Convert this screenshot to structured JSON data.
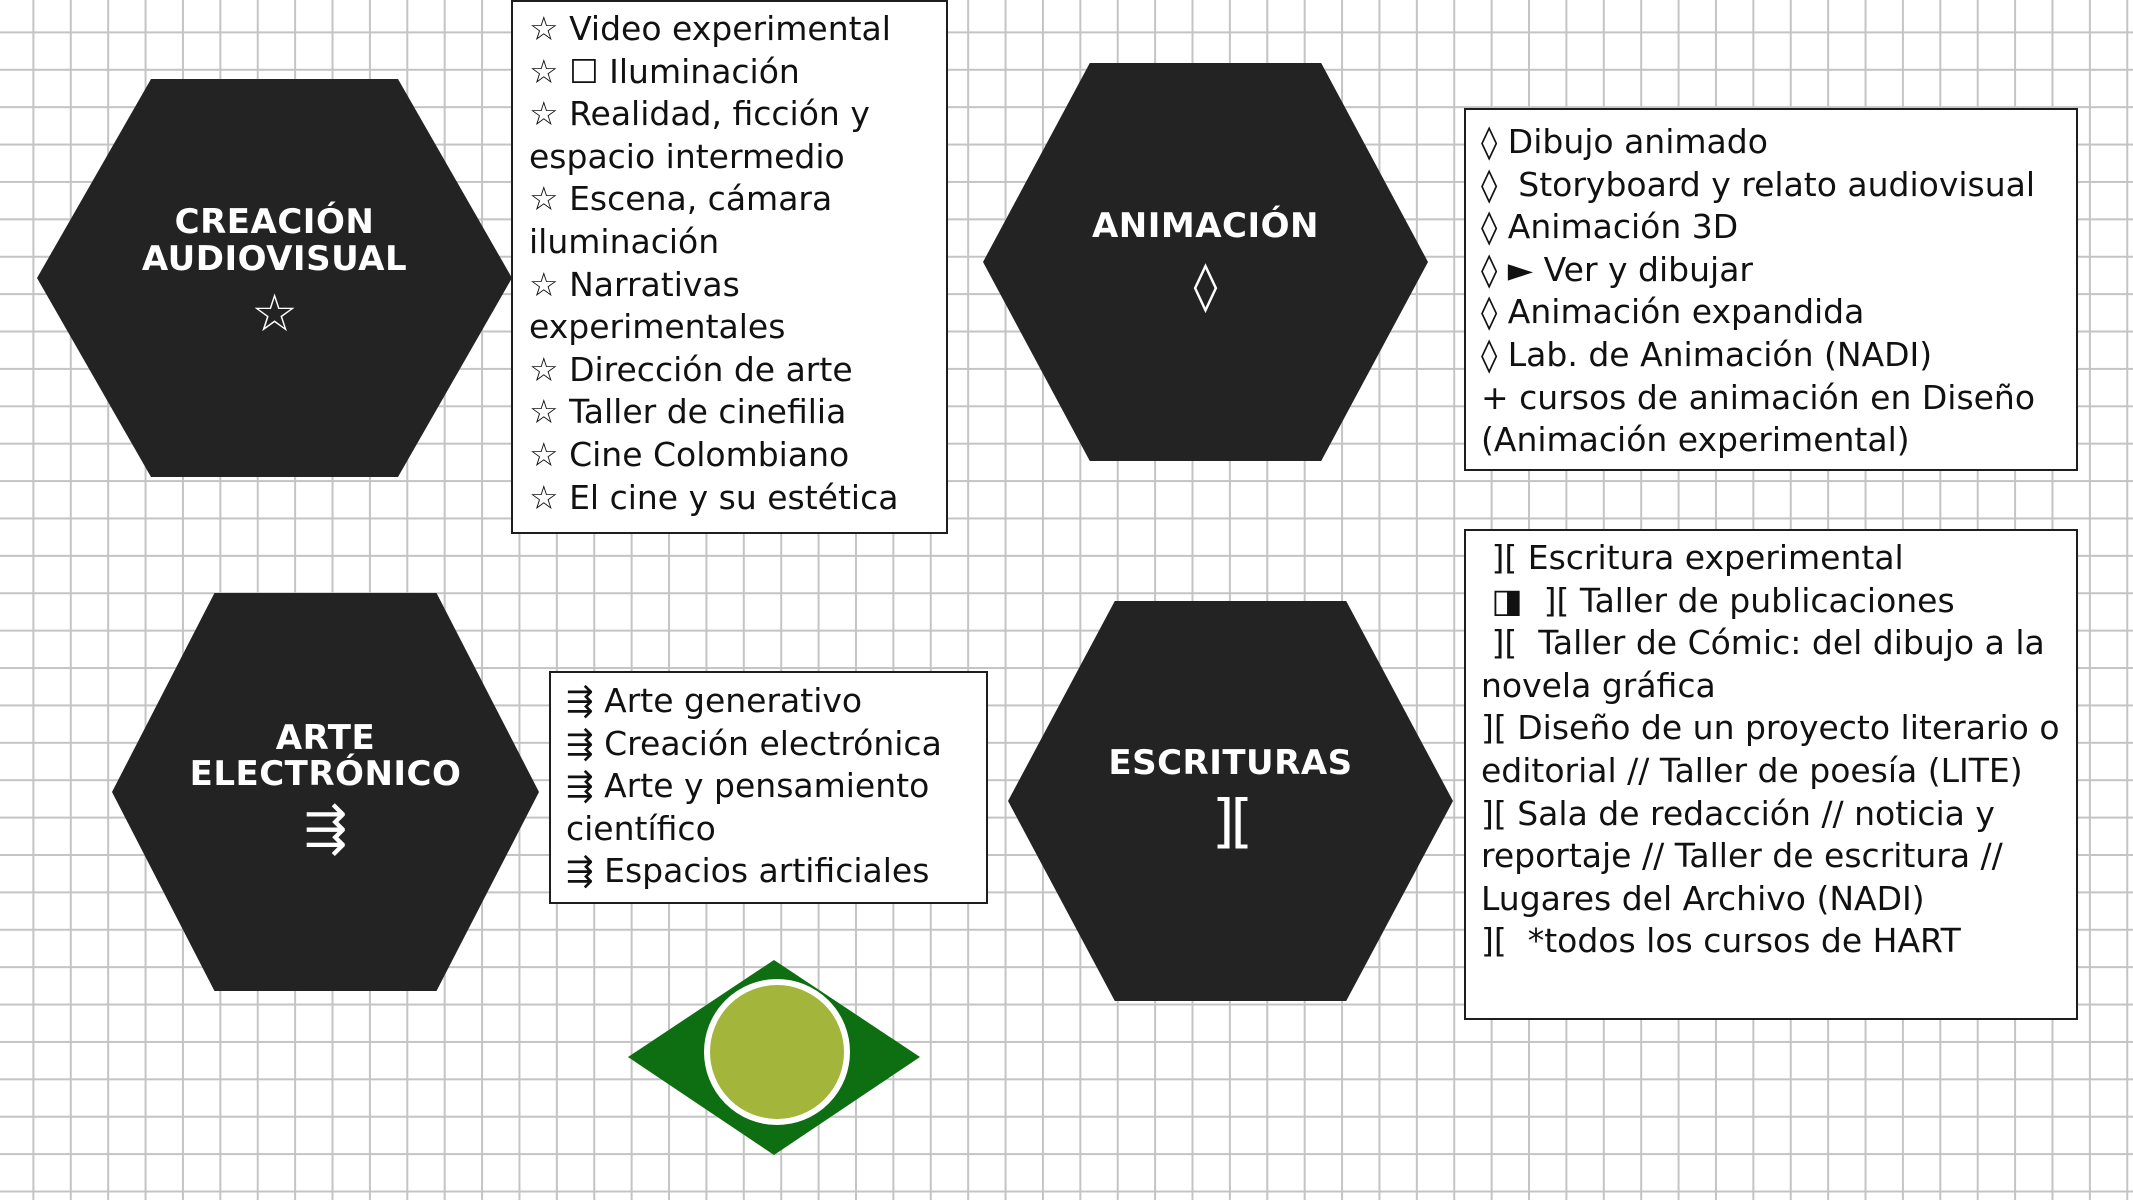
{
  "hexagons": {
    "creacion": {
      "title_line1": "CREACIÓN",
      "title_line2": "AUDIOVISUAL",
      "symbol": "☆"
    },
    "animacion": {
      "title_line1": "ANIMACIÓN",
      "symbol": "◊"
    },
    "arte": {
      "title_line1": "ARTE",
      "title_line2": "ELECTRÓNICO",
      "symbol": "⇶"
    },
    "escrituras": {
      "title_line1": "ESCRITURAS",
      "symbol": "]["
    }
  },
  "lists": {
    "creacion": [
      "☆ Video experimental",
      "☆ ☐ Iluminación",
      "☆ Realidad, ficción y",
      "espacio intermedio",
      "☆ Escena, cámara",
      "iluminación",
      "☆ Narrativas",
      "experimentales",
      "☆ Dirección de arte",
      "☆ Taller de cinefilia",
      "☆ Cine Colombiano",
      "☆ El cine y su estética"
    ],
    "animacion": [
      "◊ Dibujo animado",
      "◊  Storyboard y relato audiovisual",
      "◊ Animación 3D",
      "◊ ► Ver y dibujar",
      "◊ Animación expandida",
      "◊ Lab. de Animación (NADI)",
      "+ cursos de animación en Diseño",
      "(Animación experimental)"
    ],
    "arte": [
      "⇶ Arte generativo",
      "⇶ Creación electrónica",
      "⇶ Arte y pensamiento",
      "científico",
      "⇶ Espacios artificiales"
    ],
    "escrituras": [
      " ][ Escritura experimental",
      " ◨  ][ Taller de publicaciones",
      " ][  Taller de Cómic: del dibujo a la",
      "novela gráfica",
      "][ Diseño de un proyecto literario o",
      "editorial // Taller de poesía (LITE)",
      "][ Sala de redacción // noticia y",
      "reportaje // Taller de escritura //",
      "Lugares del Archivo (NADI)",
      "][  *todos los cursos de HART"
    ]
  },
  "colors": {
    "hexagon": "#232323",
    "logo_green": "#0e6e12",
    "logo_circle": "#a3b53b"
  }
}
